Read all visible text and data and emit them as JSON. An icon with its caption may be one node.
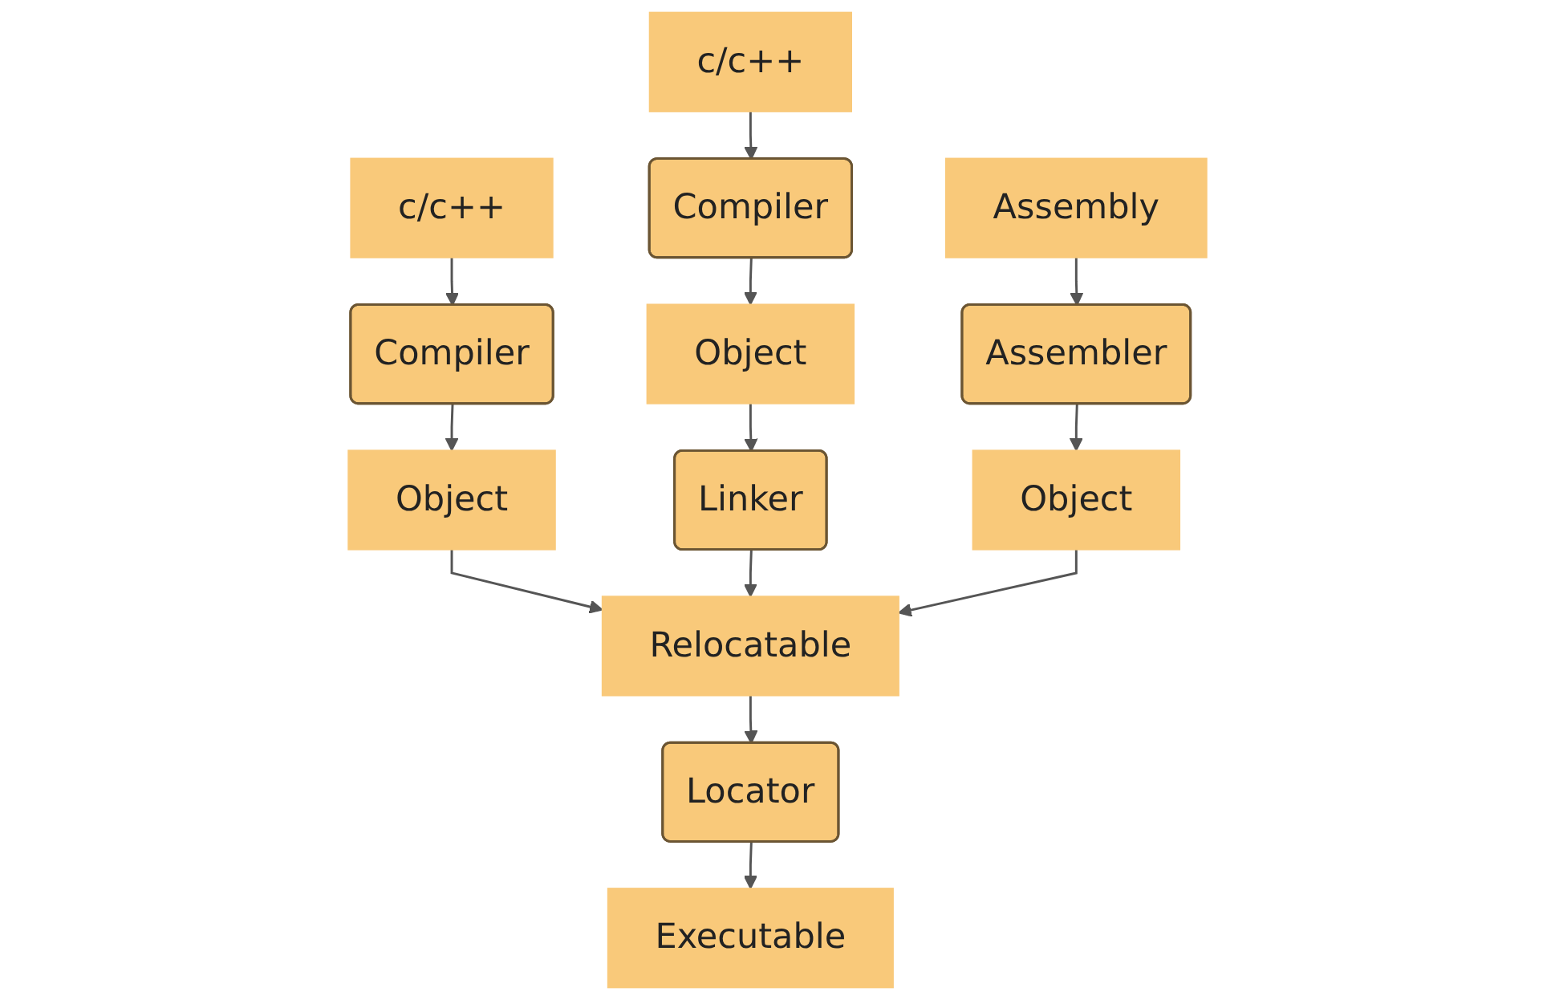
{
  "diagram": {
    "nodes": [
      {
        "text": [
          "c/c++"
        ]
      },
      {
        "text": [
          "Compiler"
        ]
      },
      {
        "text": [
          "Object"
        ]
      },
      {
        "text": [
          "c/c++"
        ]
      },
      {
        "text": [
          "Compiler"
        ]
      },
      {
        "text": [
          "Object"
        ]
      },
      {
        "text": [
          "Linker"
        ]
      },
      {
        "text": [
          "Assembly"
        ]
      },
      {
        "text": [
          "Assembler"
        ]
      },
      {
        "text": [
          "Object"
        ]
      },
      {
        "text": [
          "Relocatable"
        ]
      },
      {
        "text": [
          "Locator"
        ]
      },
      {
        "text": [
          "Executable"
        ]
      }
    ],
    "edges": [
      {
        "from": 0,
        "to": 1,
        "arrow": "to"
      },
      {
        "from": 1,
        "to": 2,
        "arrow": "to"
      },
      {
        "from": 3,
        "to": 4,
        "arrow": "to"
      },
      {
        "from": 4,
        "to": 5,
        "arrow": "to"
      },
      {
        "from": 5,
        "to": 6,
        "arrow": "to"
      },
      {
        "from": 7,
        "to": 8,
        "arrow": "to"
      },
      {
        "from": 8,
        "to": 9,
        "arrow": "to"
      },
      {
        "from": 2,
        "to": 10,
        "arrow": "to"
      },
      {
        "from": 6,
        "to": 10,
        "arrow": "to"
      },
      {
        "from": 9,
        "to": 10,
        "arrow": "to"
      },
      {
        "from": 10,
        "to": 11,
        "arrow": "to"
      },
      {
        "from": 11,
        "to": 12,
        "arrow": "to"
      }
    ]
  }
}
